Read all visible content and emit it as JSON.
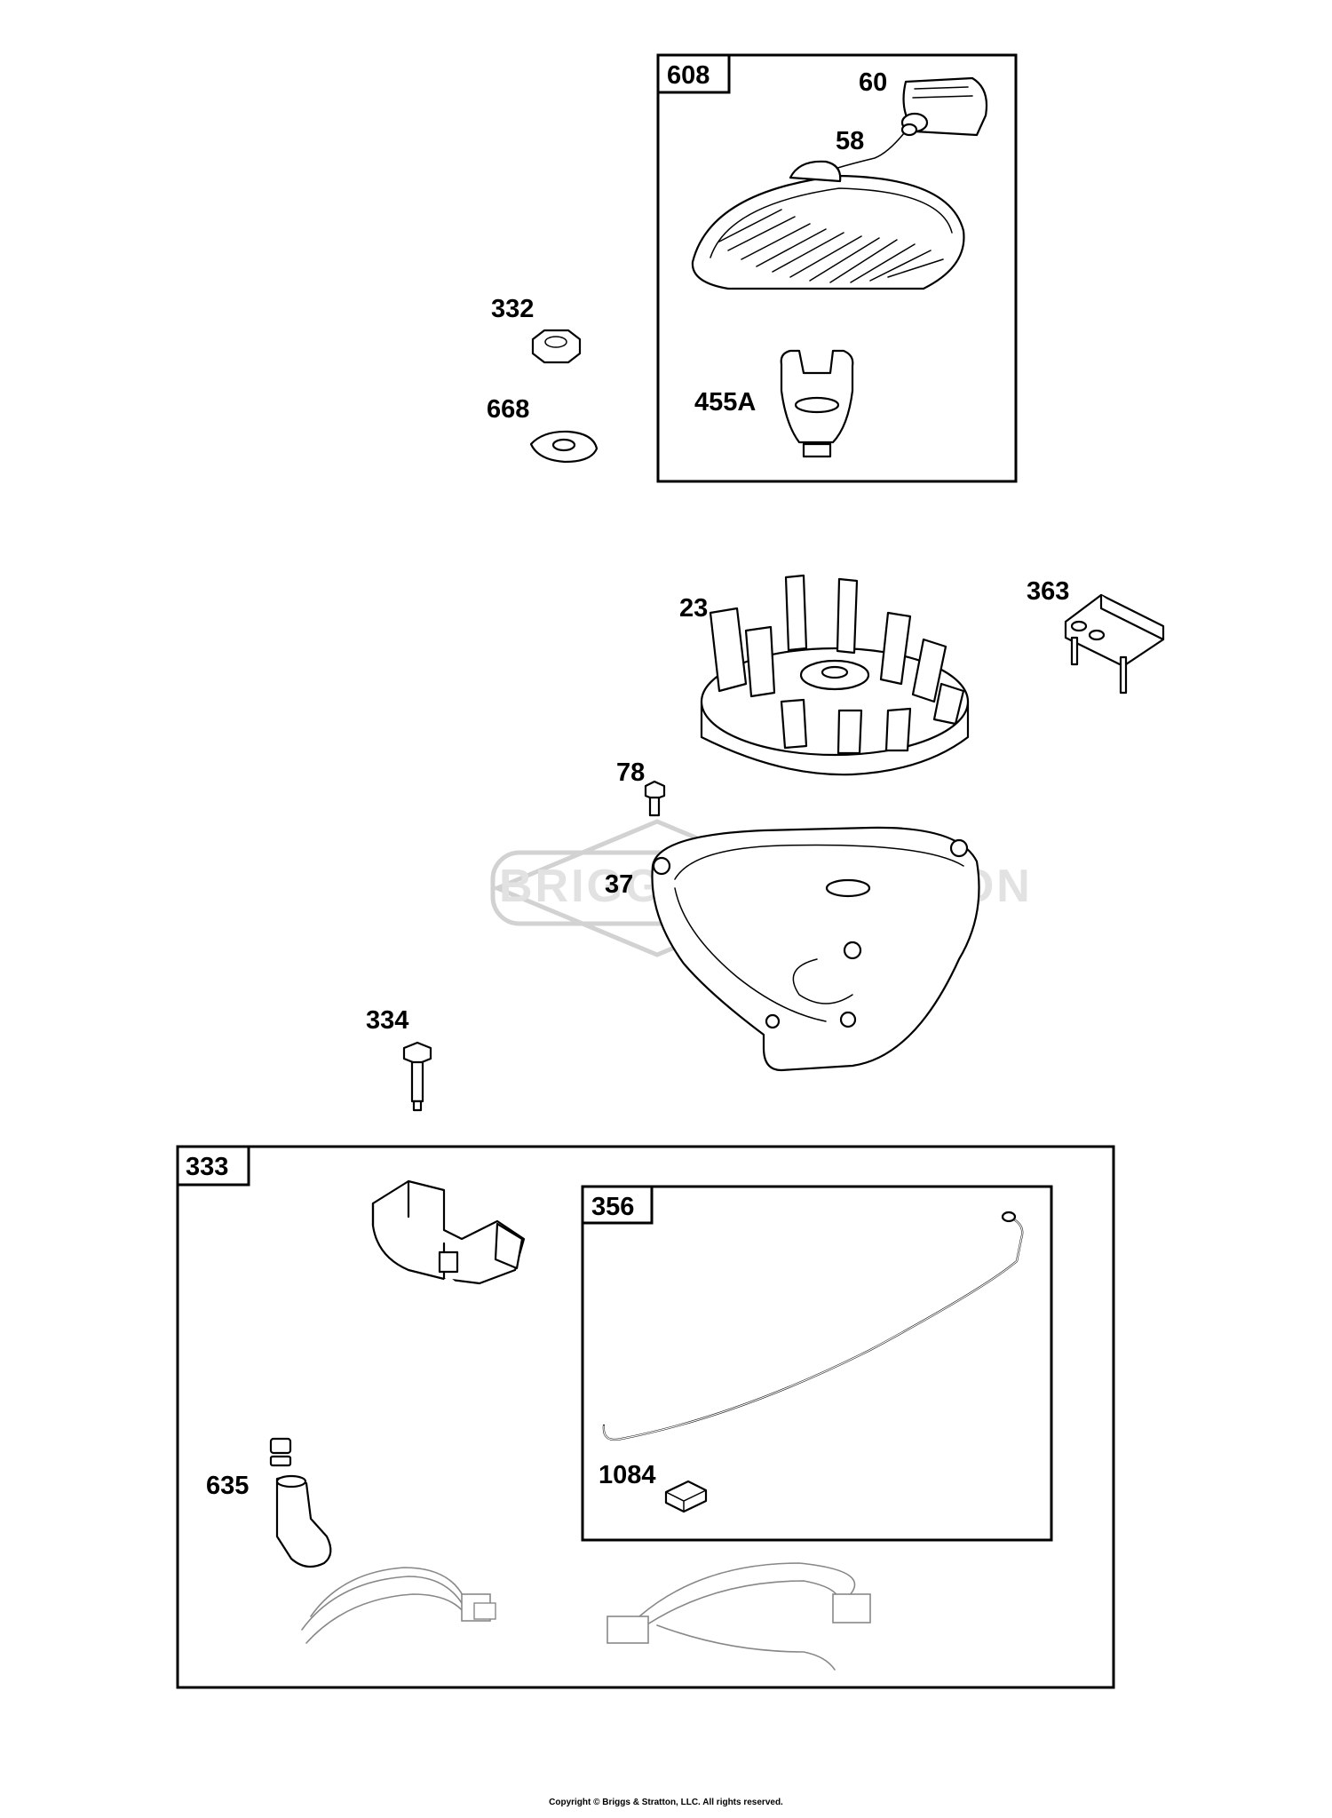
{
  "labels": {
    "p608": "608",
    "p60": "60",
    "p58": "58",
    "p332": "332",
    "p668": "668",
    "p455A": "455A",
    "p23": "23",
    "p363": "363",
    "p78": "78",
    "p37": "37",
    "p334": "334",
    "p333": "333",
    "p356": "356",
    "p635": "635",
    "p1084": "1084"
  },
  "watermark": {
    "brand": "BRIGGS & STRATTON"
  },
  "footer": {
    "copyright": "Copyright © Briggs & Stratton, LLC. All rights reserved."
  }
}
